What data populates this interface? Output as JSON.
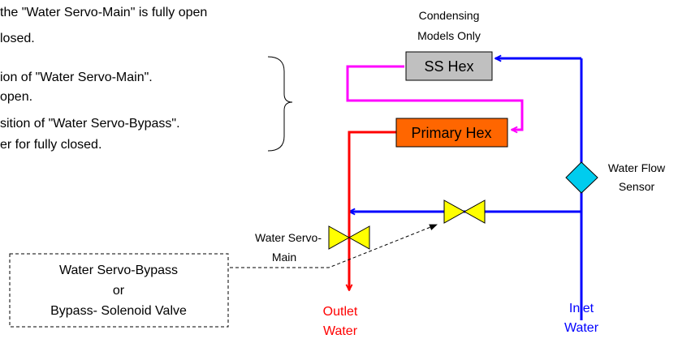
{
  "notes": {
    "line1": "the \"Water Servo-Main\" is fully open",
    "line2": "losed.",
    "line3": "ion of \"Water Servo-Main\".",
    "line4": "open.",
    "line5": "sition of \"Water Servo-Bypass\".",
    "line6": "er for fully closed."
  },
  "labels": {
    "condensing_line1": "Condensing",
    "condensing_line2": "Models Only",
    "ss_hex": "SS Hex",
    "primary_hex": "Primary Hex",
    "flow_sensor_line1": "Water Flow",
    "flow_sensor_line2": "Sensor",
    "servo_main_line1": "Water Servo-",
    "servo_main_line2": "Main",
    "bypass_box_line1": "Water Servo-Bypass",
    "bypass_box_line2": "or",
    "bypass_box_line3": "Bypass- Solenoid Valve",
    "outlet_line1": "Outlet",
    "outlet_line2": "Water",
    "inlet_line1": "Inlet",
    "inlet_line2": "Water"
  },
  "colors": {
    "inlet_pipe": "#0000ff",
    "outlet_pipe": "#ff0000",
    "loop_pipe": "#ff00ff",
    "ss_hex_fill": "#c0c0c0",
    "primary_hex_fill": "#ff6600",
    "valve_fill": "#ffff00",
    "sensor_fill": "#00ccee"
  },
  "icons": {
    "valve": "bowtie-valve-icon",
    "sensor": "diamond-sensor-icon"
  }
}
